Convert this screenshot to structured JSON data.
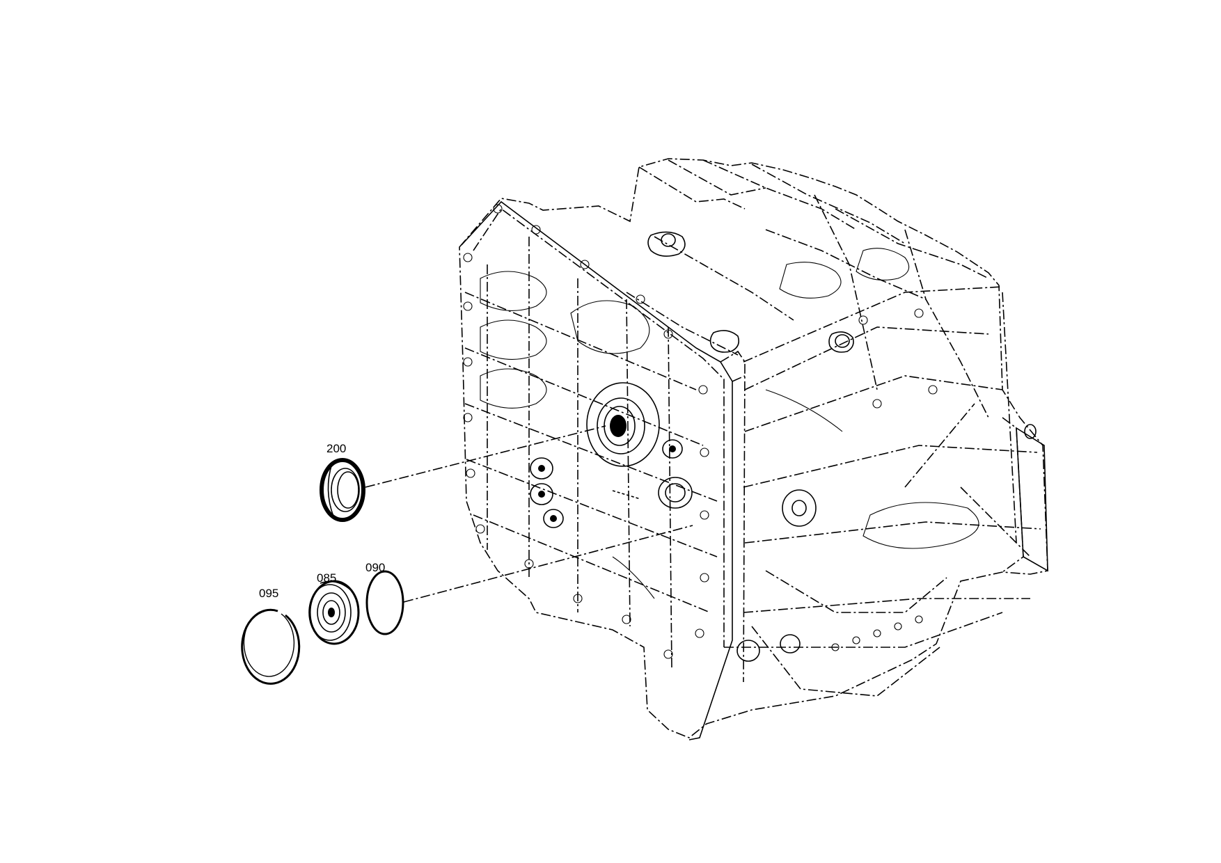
{
  "diagram": {
    "callouts": [
      {
        "id": "200",
        "label": "200"
      },
      {
        "id": "095",
        "label": "095"
      },
      {
        "id": "085",
        "label": "085"
      },
      {
        "id": "090",
        "label": "090"
      }
    ]
  }
}
